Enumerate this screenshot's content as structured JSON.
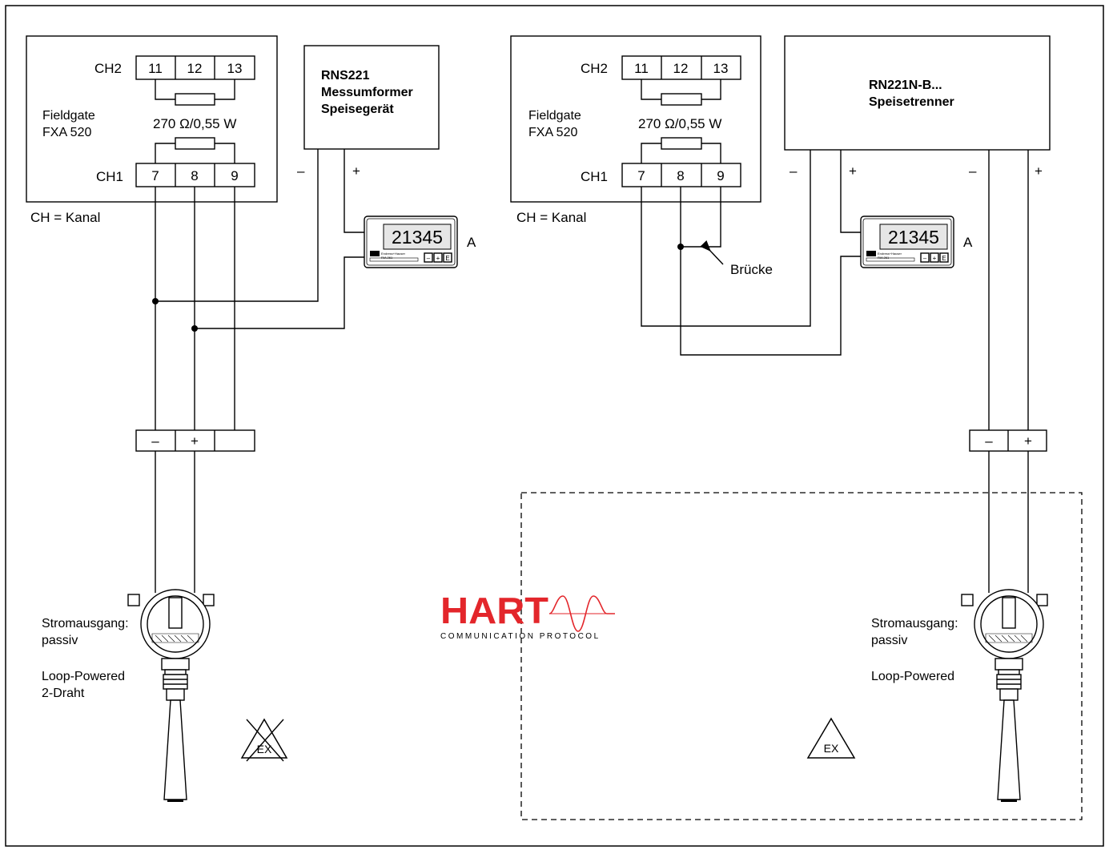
{
  "colors": {
    "line": "#000000",
    "hart_red": "#e3262b",
    "background": "#ffffff"
  },
  "left": {
    "fieldgate": {
      "ch2": "CH2",
      "ch1": "CH1",
      "name1": "Fieldgate",
      "name2": "FXA 520",
      "resistor": "270 Ω/0,55 W",
      "ch2_terms": [
        "11",
        "12",
        "13"
      ],
      "ch1_terms": [
        "7",
        "8",
        "9"
      ]
    },
    "kanal": "CH = Kanal",
    "supply": {
      "line1": "RNS221",
      "line2": "Messumformer",
      "line3": "Speisegerät"
    },
    "minus": "–",
    "plus": "+",
    "display": {
      "value": "21345",
      "unit": "A",
      "brand": "Endress+Hauser",
      "model": "RIA 261",
      "keys": [
        "–",
        "+",
        "E"
      ]
    },
    "terminal": [
      "–",
      "+",
      ""
    ],
    "transmitter": {
      "l1": "Stromausgang:",
      "l2": "passiv",
      "l3": "Loop-Powered",
      "l4": "2-Draht"
    },
    "ex_label": "EX"
  },
  "right": {
    "fieldgate": {
      "ch2": "CH2",
      "ch1": "CH1",
      "name1": "Fieldgate",
      "name2": "FXA 520",
      "resistor": "270 Ω/0,55 W",
      "ch2_terms": [
        "11",
        "12",
        "13"
      ],
      "ch1_terms": [
        "7",
        "8",
        "9"
      ]
    },
    "kanal": "CH = Kanal",
    "supply": {
      "line1": "RN221N-B...",
      "line2": "Speisetrenner"
    },
    "minus": "–",
    "plus": "+",
    "display": {
      "value": "21345",
      "unit": "A",
      "brand": "Endress+Hauser",
      "model": "RIA 261",
      "keys": [
        "–",
        "+",
        "E"
      ]
    },
    "bridge": "Brücke",
    "terminal": [
      "–",
      "+"
    ],
    "transmitter": {
      "l1": "Stromausgang:",
      "l2": "passiv",
      "l3": "Loop-Powered"
    },
    "ex_label": "EX"
  },
  "hart": {
    "logo": "HART",
    "tagline": "COMMUNICATION PROTOCOL"
  }
}
